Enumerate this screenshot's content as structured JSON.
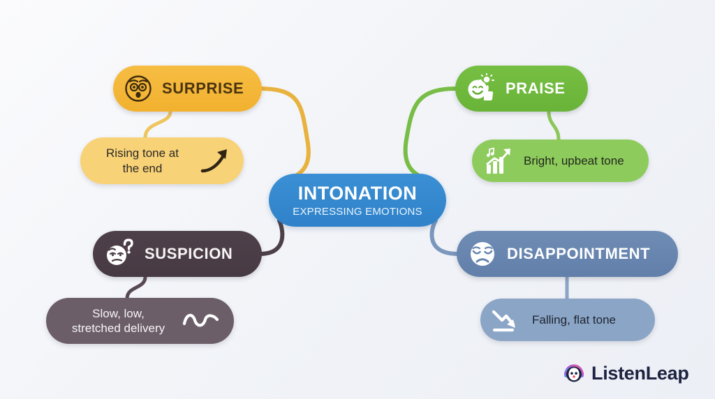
{
  "background": {
    "color_top": "#fbfbfd",
    "color_bottom": "#eceff5"
  },
  "center": {
    "title": "INTONATION",
    "subtitle": "EXPRESSING EMOTIONS",
    "color": "#3585cd",
    "title_color": "#ffffff",
    "subtitle_color": "#e9f4fd"
  },
  "branches": [
    {
      "id": "surprise",
      "label": "SURPRISE",
      "color": "#f4b635",
      "label_color": "#4a3410",
      "icon": "surprised-face-icon",
      "connector_color": "#e8b23e",
      "sub": {
        "text": "Rising tone at\nthe end",
        "color": "#f8d277",
        "text_color": "#2c2a26",
        "icon": "rising-arrow-icon"
      }
    },
    {
      "id": "praise",
      "label": "PRAISE",
      "color": "#6fb93d",
      "label_color": "#ffffff",
      "icon": "smiling-face-thumbs-up-icon",
      "connector_color": "#78bd46",
      "sub": {
        "text": "Bright, upbeat tone",
        "color": "#8ecb5d",
        "text_color": "#22281c",
        "icon": "music-notes-growth-chart-icon"
      }
    },
    {
      "id": "suspicion",
      "label": "SUSPICION",
      "color": "#4a3d45",
      "label_color": "#f6f3f5",
      "icon": "skeptical-face-question-mark-icon",
      "connector_color": "#4d4048",
      "sub": {
        "text": "Slow, low,\nstretched delivery",
        "color": "#6b5e68",
        "text_color": "#f7f4f6",
        "icon": "wavy-line-icon"
      }
    },
    {
      "id": "disappointment",
      "label": "DISAPPOINTMENT",
      "color": "#6785af",
      "label_color": "#ffffff",
      "icon": "sad-face-icon",
      "connector_color": "#7b97bd",
      "sub": {
        "text": "Falling, flat tone",
        "color": "#8ba5c6",
        "text_color": "#1d2430",
        "icon": "falling-arrow-icon"
      }
    }
  ],
  "logo": {
    "text": "ListenLeap",
    "mark": "penguin-headphones-icon",
    "text_color": "#1d2340"
  }
}
